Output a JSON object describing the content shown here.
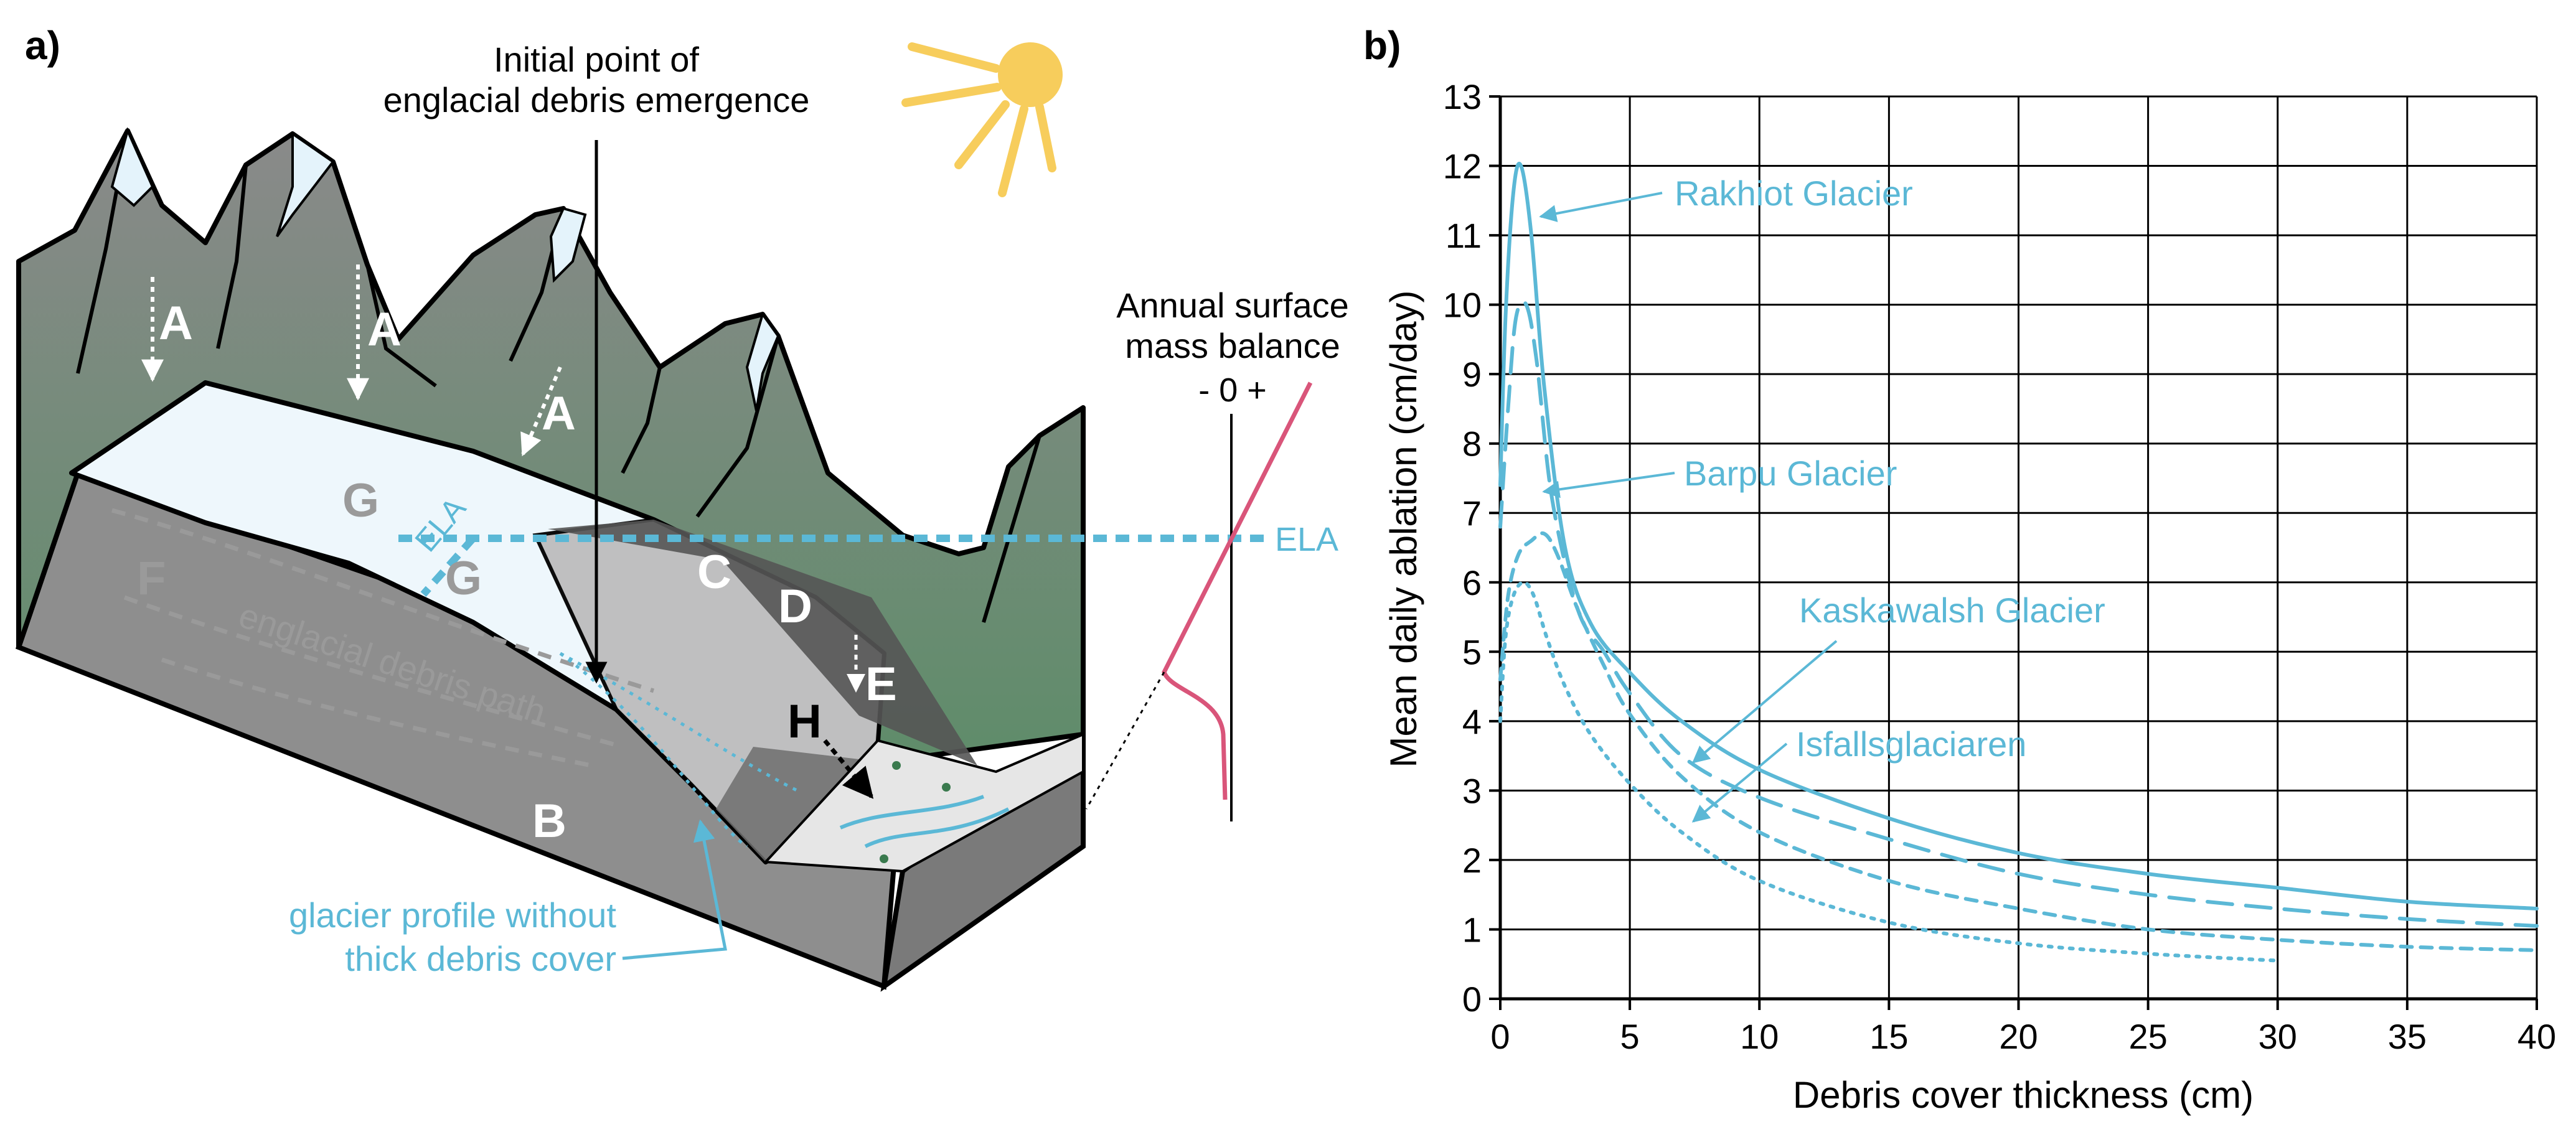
{
  "panel_a": {
    "panel_label": "a)",
    "emergence_label_line1": "Initial point of",
    "emergence_label_line2": "englacial debris emergence",
    "process_labels": {
      "a1": "A",
      "a2": "A",
      "a3": "A",
      "b": "B",
      "c": "C",
      "d": "D",
      "e": "E",
      "f": "F",
      "g1": "G",
      "g2": "G",
      "h": "H"
    },
    "ela_label_on_glacier": "ELA",
    "ela_label": "ELA",
    "englacial_path_label": "englacial debris path",
    "profile_label_line1": "glacier profile without",
    "profile_label_line2": "thick debris cover",
    "mass_balance_title_line1": "Annual surface",
    "mass_balance_title_line2": "mass balance",
    "mass_balance_axis": "- 0 +",
    "colors": {
      "accent": "#5bb8d6",
      "mass_balance": "#d9557a",
      "sun": "#f7cd5c",
      "rock": "#8e8e8e",
      "vegetation": "#5f8c6a"
    }
  },
  "panel_b": {
    "panel_label": "b)",
    "chart_data": {
      "type": "line",
      "xlabel": "Debris cover thickness (cm)",
      "ylabel": "Mean daily ablation (cm/day)",
      "xlim": [
        0,
        40
      ],
      "ylim": [
        0,
        13
      ],
      "xticks": [
        0,
        5,
        10,
        15,
        20,
        25,
        30,
        35,
        40
      ],
      "yticks": [
        0,
        1,
        2,
        3,
        4,
        5,
        6,
        7,
        8,
        9,
        10,
        11,
        12,
        13
      ],
      "grid": true,
      "color": "#5bb8d6",
      "series": [
        {
          "name": "Rakhiot Glacier",
          "style": "solid",
          "x": [
            0,
            0.2,
            0.5,
            0.8,
            1.2,
            1.7,
            2.5,
            3.5,
            5,
            7,
            10,
            15,
            20,
            25,
            30,
            35,
            40
          ],
          "y": [
            7.4,
            9.8,
            11.6,
            12.0,
            11.0,
            8.8,
            6.5,
            5.4,
            4.7,
            4.0,
            3.3,
            2.6,
            2.1,
            1.8,
            1.6,
            1.4,
            1.3
          ]
        },
        {
          "name": "Barpu Glacier",
          "style": "dashed",
          "x": [
            0,
            0.3,
            0.6,
            1.0,
            1.4,
            2.0,
            3.0,
            4.0,
            5,
            7,
            10,
            15,
            20,
            25,
            30,
            35,
            40
          ],
          "y": [
            6.8,
            8.5,
            9.8,
            10.0,
            9.2,
            7.2,
            5.6,
            5.0,
            4.4,
            3.5,
            2.9,
            2.3,
            1.8,
            1.5,
            1.3,
            1.15,
            1.05
          ]
        },
        {
          "name": "Kaskawalsh Glacier",
          "style": "short-dashed",
          "x": [
            0,
            0.3,
            0.7,
            1.2,
            1.7,
            2.2,
            3.0,
            4.0,
            5,
            7,
            10,
            15,
            20,
            25,
            30,
            35,
            40
          ],
          "y": [
            4.6,
            5.8,
            6.4,
            6.6,
            6.7,
            6.4,
            5.6,
            4.8,
            4.1,
            3.2,
            2.4,
            1.7,
            1.3,
            1.0,
            0.85,
            0.75,
            0.7
          ]
        },
        {
          "name": "Isfallsglaciaren",
          "style": "dotted",
          "x": [
            0,
            0.2,
            0.5,
            0.9,
            1.3,
            1.8,
            2.5,
            3.5,
            5,
            7,
            10,
            15,
            20,
            25,
            30
          ],
          "y": [
            4.0,
            5.2,
            5.8,
            6.0,
            5.8,
            5.2,
            4.5,
            3.8,
            3.1,
            2.4,
            1.7,
            1.1,
            0.8,
            0.65,
            0.55
          ]
        }
      ]
    }
  }
}
